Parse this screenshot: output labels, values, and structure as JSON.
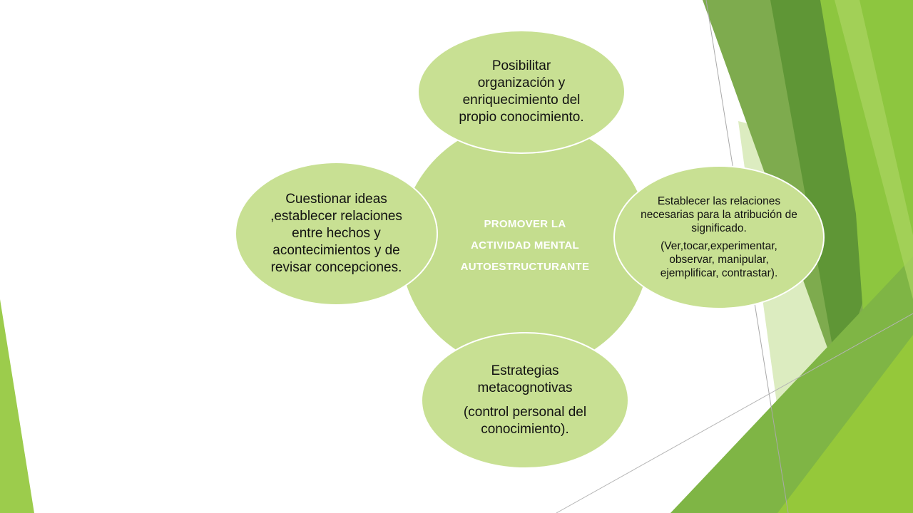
{
  "diagram": {
    "center": {
      "lines": [
        "PROMOVER LA",
        "ACTIVIDAD MENTAL",
        "AUTOESTRUCTURANTE"
      ]
    },
    "top": {
      "text": "Posibilitar organización  y enriquecimiento del propio conocimiento."
    },
    "right": {
      "text": "Establecer las relaciones necesarias para la atribución de significado.",
      "text2": "(Ver,tocar,experimentar, observar, manipular, ejemplificar, contrastar)."
    },
    "bottom": {
      "text": "Estrategias metacognotivas",
      "text2": "(control personal del conocimiento)."
    },
    "left": {
      "text": "Cuestionar ideas ,establecer relaciones entre hechos y acontecimientos y de revisar concepciones."
    }
  },
  "colors": {
    "ellipse_fill": "#c8e093",
    "center_fill": "#c4dd8e",
    "accent_green": "#8dc63f",
    "dark_green": "#5e9a2b"
  }
}
